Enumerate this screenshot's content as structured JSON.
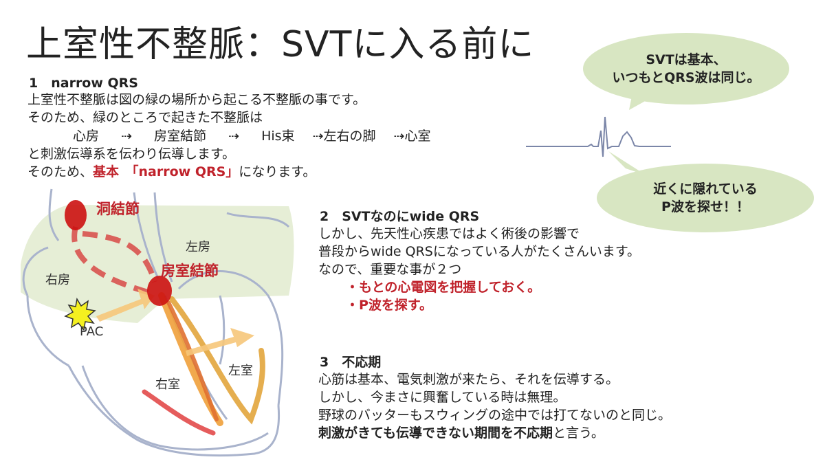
{
  "title": "上室性不整脈：SVTに入る前に",
  "section1": {
    "heading": "1　narrow QRS",
    "line1": "上室性不整脈は図の緑の場所から起こる不整脈の事です。",
    "line2": "そのため、緑のところで起きた不整脈は",
    "flow": [
      "心房",
      "⇢",
      "房室結節",
      "⇢",
      "His束",
      "⇢左右の脚",
      "⇢心室"
    ],
    "line4": "と刺激伝導系を伝わり伝導します。",
    "line5_prefix": "そのため、",
    "line5_red": "基本　「narrow QRS」",
    "line5_suffix": "になります。"
  },
  "section2": {
    "heading": "2　SVTなのにwide QRS",
    "line1": "しかし、先天性心疾患ではよく術後の影響で",
    "line2": "普段からwide QRSになっている人がたくさんいます。",
    "line3": "なので、重要な事が２つ",
    "bullet1": "・もとの心電図を把握しておく。",
    "bullet2": "・P波を探す。"
  },
  "section3": {
    "heading": "3　不応期",
    "line1": "心筋は基本、電気刺激が来たら、それを伝導する。",
    "line2": "しかし、今まさに興奮している時は無理。",
    "line3": "野球のバッターもスウィングの途中では打てないのと同じ。",
    "line4_bold": "刺激がきても伝導できない期間を不応期",
    "line4_suffix": "と言う。"
  },
  "bubbles": {
    "top_line1": "SVTは基本、",
    "top_line2": "いつもとQRS波は同じ。",
    "bottom_line1": "近くに隠れている",
    "bottom_line2": "P波を探せ！！"
  },
  "diagram": {
    "sa_node": "洞結節",
    "av_node": "房室結節",
    "right_atrium": "右房",
    "left_atrium": "左房",
    "pac": "PAC",
    "right_ventricle": "右室",
    "left_ventricle": "左室"
  },
  "colors": {
    "accent_red": "#c0222b",
    "bubble_green": "#d8e6c2",
    "atrium_green": "#e6eed6",
    "outline": "#a9b3cc",
    "conduction_orange": "#f0a03a"
  }
}
